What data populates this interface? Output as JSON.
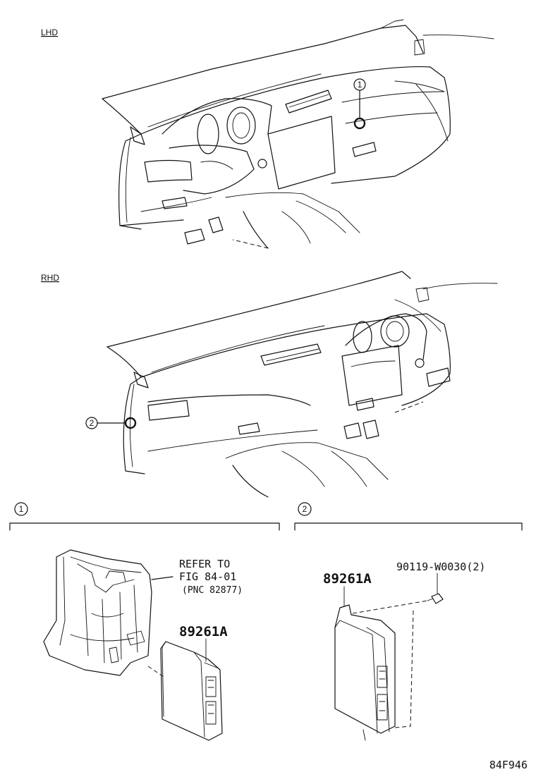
{
  "sections": {
    "lhd_label": "LHD",
    "rhd_label": "RHD"
  },
  "callouts": {
    "one": "1",
    "two": "2"
  },
  "detail_one": {
    "marker": "1",
    "refer_line1": "REFER TO",
    "refer_line2": "FIG 84-01",
    "refer_line3": "(PNC 82877)",
    "part_number": "89261A"
  },
  "detail_two": {
    "marker": "2",
    "part_number": "89261A",
    "bolt_number": "90119-W0030(2)"
  },
  "figure_code": "84F946"
}
